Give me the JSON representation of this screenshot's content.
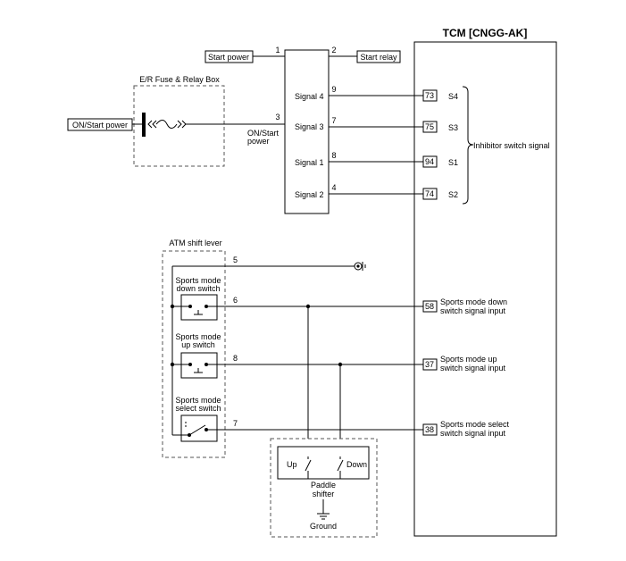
{
  "tcm": {
    "title": "TCM [CNGG-AK]"
  },
  "power": {
    "start_power": "Start power",
    "start_relay": "Start relay",
    "on_start_power": "ON/Start power",
    "on_start_wire_1": "ON/Start",
    "on_start_wire_2": "power",
    "fuse_box": "E/R Fuse & Relay Box"
  },
  "inhibitor": {
    "pin_start_power": "1",
    "pin_start_relay": "2",
    "pin_on_start": "3",
    "group_label": "Inhibitor switch signal",
    "signals": [
      {
        "name": "Signal 4",
        "pin": "9",
        "tcm_pin": "73",
        "tcm_label": "S4"
      },
      {
        "name": "Signal 3",
        "pin": "7",
        "tcm_pin": "75",
        "tcm_label": "S3"
      },
      {
        "name": "Signal 1",
        "pin": "8",
        "tcm_pin": "94",
        "tcm_label": "S1"
      },
      {
        "name": "Signal 2",
        "pin": "4",
        "tcm_pin": "74",
        "tcm_label": "S2"
      }
    ]
  },
  "shift_lever": {
    "title": "ATM shift lever",
    "pin_ground": "5",
    "down_switch_1": "Sports mode",
    "down_switch_2": "down switch",
    "down_pin": "6",
    "up_switch_1": "Sports mode",
    "up_switch_2": "up switch",
    "up_pin": "8",
    "select_switch_1": "Sports mode",
    "select_switch_2": "select switch",
    "select_pin": "7"
  },
  "tcm_inputs": [
    {
      "pin": "58",
      "line1": "Sports mode down",
      "line2": "switch signal input"
    },
    {
      "pin": "37",
      "line1": "Sports mode up",
      "line2": "switch signal input"
    },
    {
      "pin": "38",
      "line1": "Sports mode select",
      "line2": "switch signal input"
    }
  ],
  "paddle": {
    "up": "Up",
    "down": "Down",
    "label_1": "Paddle",
    "label_2": "shifter",
    "ground": "Ground"
  }
}
